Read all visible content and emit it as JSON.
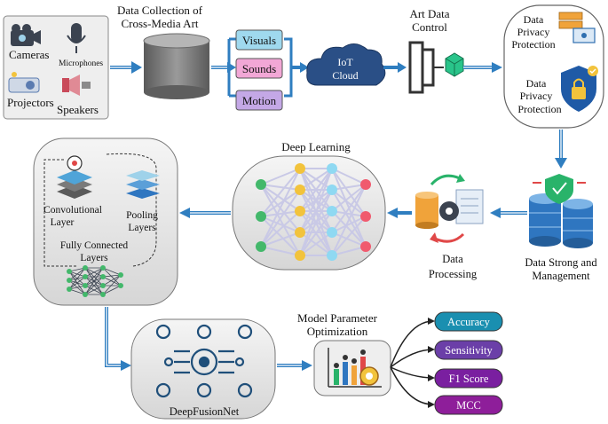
{
  "sources": {
    "cameras": "Cameras",
    "microphones": "Microphones",
    "projectors": "Projectors",
    "speakers": "Speakers"
  },
  "collection": {
    "title_line1": "Data Collection of",
    "title_line2": "Cross-Media Art"
  },
  "modalities": {
    "visuals": "Visuals",
    "sounds": "Sounds",
    "motion": "Motion"
  },
  "iot": {
    "line1": "IoT",
    "line2": "Cloud"
  },
  "control": {
    "line1": "Art Data",
    "line2": "Control"
  },
  "privacy": {
    "top_line1": "Data",
    "top_line2": "Privacy",
    "top_line3": "Protection",
    "bottom_line1": "Data",
    "bottom_line2": "Privacy",
    "bottom_line3": "Protection"
  },
  "storage": {
    "line1": "Data Strong and",
    "line2": "Management"
  },
  "processing": {
    "line1": "Data",
    "line2": "Processing"
  },
  "deep_learning": {
    "title": "Deep Learning"
  },
  "cnn": {
    "conv_line1": "Convolutional",
    "conv_line2": "Layer",
    "pool_line1": "Pooling",
    "pool_line2": "Layers",
    "fc_line1": "Fully Connected",
    "fc_line2": "Layers"
  },
  "model": {
    "name": "DeepFusionNet"
  },
  "optimization": {
    "line1": "Model Parameter",
    "line2": "Optimization"
  },
  "metrics": [
    {
      "label": "Accuracy",
      "color": "#1a8fb0"
    },
    {
      "label": "Sensitivity",
      "color": "#6b3fa8"
    },
    {
      "label": "F1 Score",
      "color": "#7a1fa0"
    },
    {
      "label": "MCC",
      "color": "#8e1e9a"
    }
  ],
  "colors": {
    "arrow": "#2f7ec0",
    "visuals_fill": "#9fd9ee",
    "sounds_fill": "#f2a7d6",
    "motion_fill": "#c4a8e6",
    "node_green": "#43b86b",
    "node_yellow": "#f2c33c",
    "node_cyan": "#8fd9f2",
    "node_red": "#f05a6e"
  }
}
